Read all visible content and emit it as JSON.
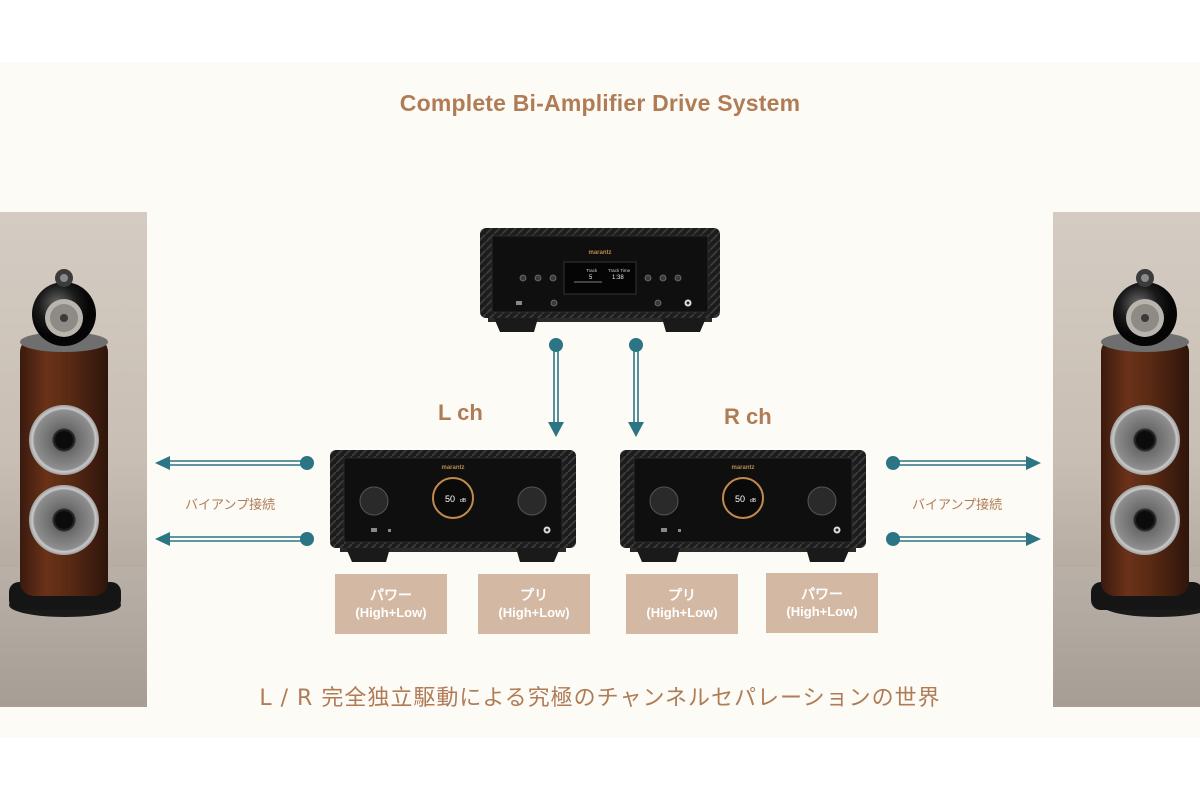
{
  "title": "Complete Bi-Amplifier Drive System",
  "channels": {
    "left_label": "L ch",
    "right_label": "R ch"
  },
  "source_player": {
    "brand": "marantz",
    "display_track_label": "Track",
    "display_track_value": "5",
    "display_time_label": "Track Time",
    "display_time_value": "1:38"
  },
  "amplifiers": [
    {
      "brand": "marantz",
      "volume_display": "50",
      "volume_unit": "dB"
    },
    {
      "brand": "marantz",
      "volume_display": "50",
      "volume_unit": "dB"
    }
  ],
  "biamp_labels": {
    "left": "バイアンプ接続",
    "right": "バイアンプ接続"
  },
  "mode_boxes": [
    {
      "line1": "パワー",
      "line2": "(High+Low)"
    },
    {
      "line1": "プリ",
      "line2": "(High+Low)"
    },
    {
      "line1": "プリ",
      "line2": "(High+Low)"
    },
    {
      "line1": "パワー",
      "line2": "(High+Low)"
    }
  ],
  "caption": "L / R 完全独立駆動による究極のチャンネルセパレーションの世界",
  "colors": {
    "text_accent": "#b07c56",
    "arrow": "#2b7585",
    "box_fill": "#d3b8a3",
    "background": "#fdfbf6"
  }
}
